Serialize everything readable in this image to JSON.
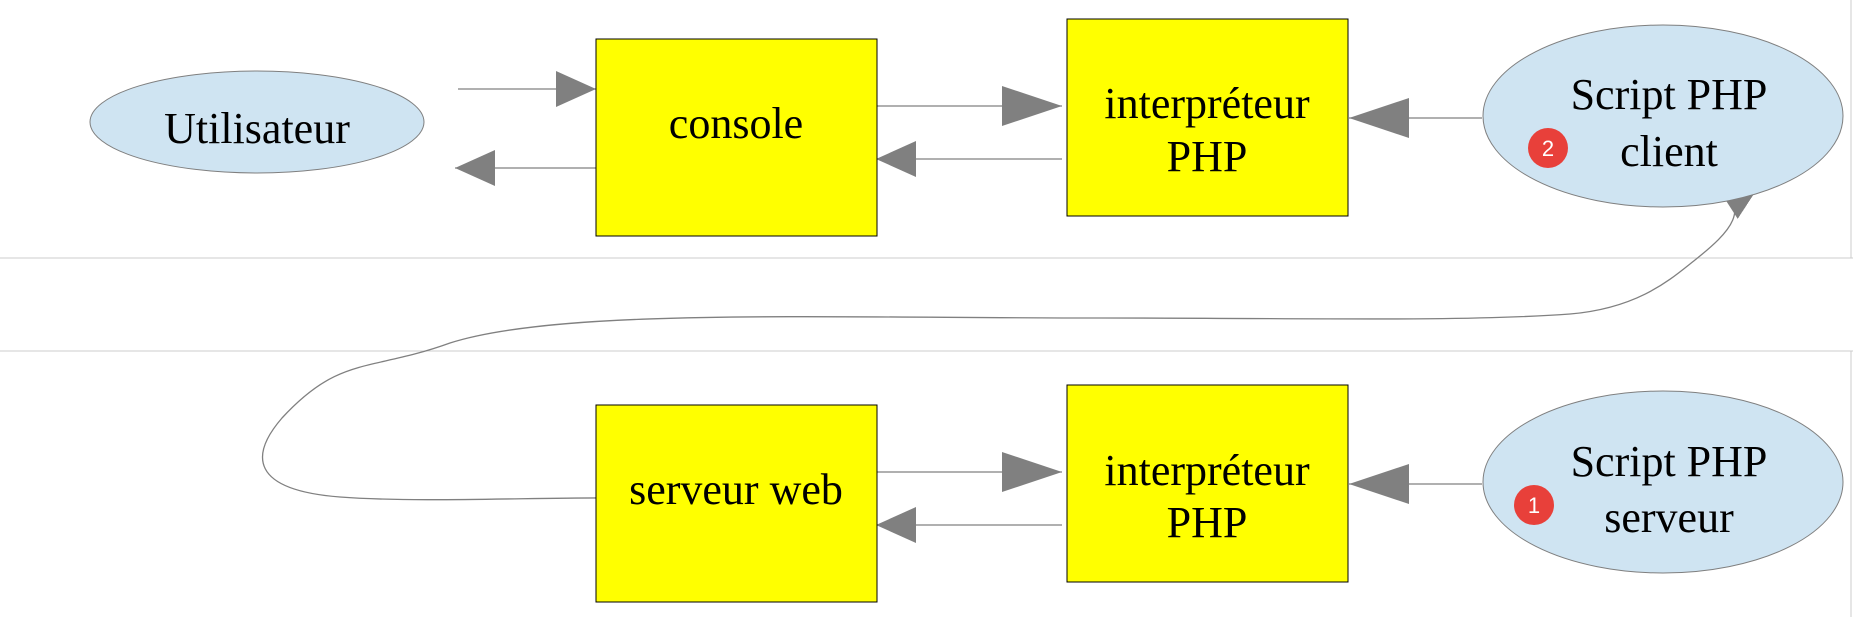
{
  "colors": {
    "ellipse_fill": "#cfe4f2",
    "box_fill": "#ffff00",
    "arrow": "#808080",
    "badge": "#e8403a"
  },
  "nodes": {
    "utilisateur": {
      "label": "Utilisateur"
    },
    "console": {
      "label": "console"
    },
    "interp_client": {
      "line1": "interpréteur",
      "line2": "PHP"
    },
    "script_client": {
      "line1": "Script PHP",
      "line2": "client",
      "badge": "2"
    },
    "serveur_web": {
      "label": "serveur web"
    },
    "interp_serveur": {
      "line1": "interpréteur",
      "line2": "PHP"
    },
    "script_serveur": {
      "line1": "Script PHP",
      "line2": "serveur",
      "badge": "1"
    }
  }
}
